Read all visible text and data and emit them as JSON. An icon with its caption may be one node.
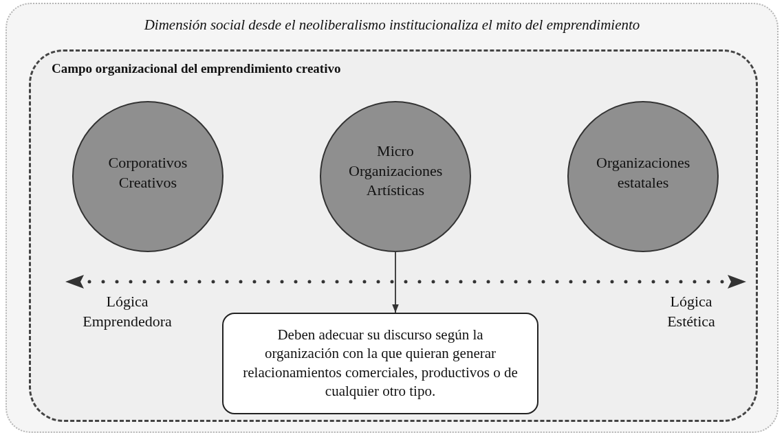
{
  "diagram": {
    "nodes": [
      {
        "text": [
          "Dimensión social desde el neoliberalismo institucionaliza el mito del emprendimiento"
        ]
      },
      {
        "text": [
          "Campo organizacional del emprendimiento creativo"
        ],
        "in": 0
      },
      {
        "text": [
          "Corporativos Creativos"
        ],
        "in": 1
      },
      {
        "text": [
          "Micro Organizaciones Artísticas"
        ],
        "in": 1
      },
      {
        "text": [
          "Organizaciones estatales"
        ],
        "in": 1
      },
      {
        "text": [
          "Deben adecuar su discurso según la organización con la que quieran generar relacionamientos comerciales, productivos o de cualquier otro tipo."
        ],
        "in": 1
      }
    ],
    "edges": [
      {
        "from": 3,
        "to": 5,
        "arrow": "to"
      }
    ],
    "labels": [
      "Lógica Emprendedora",
      "Lógica Estética"
    ]
  }
}
